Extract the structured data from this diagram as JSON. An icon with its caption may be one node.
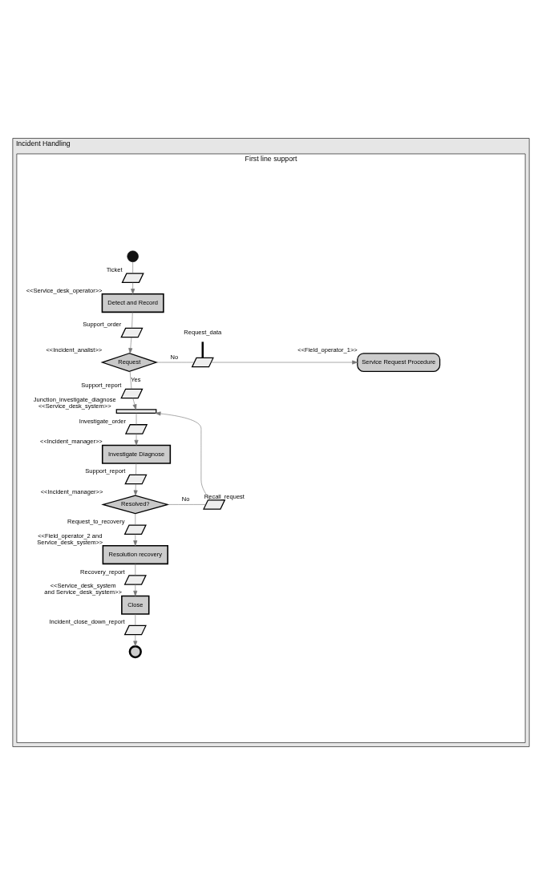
{
  "diagram": {
    "nodes": [
      {
        "text": [
          "Incident Handling"
        ]
      },
      {
        "text": [
          "First line support"
        ],
        "in": 0
      },
      {
        "text": [],
        "shape": "circle",
        "in": 1
      },
      {
        "text": [],
        "shape": "parallelogram",
        "beside": [
          "Ticket"
        ],
        "in": 1
      },
      {
        "text": [
          "Detect and Record"
        ],
        "beside": [
          "<<Service_desk_operator>>"
        ],
        "in": 1
      },
      {
        "text": [],
        "shape": "parallelogram",
        "beside": [
          "Support_order"
        ],
        "in": 1
      },
      {
        "text": [
          "Request"
        ],
        "beside": [
          "<<Incident_analist>>"
        ],
        "in": 1
      },
      {
        "text": [],
        "shape": "parallelogram",
        "in": 1
      },
      {
        "text": [
          "Request_data"
        ],
        "in": 1
      },
      {
        "text": [
          "Service Request Procedure"
        ],
        "beside": [
          "<<Field_operator_1>>"
        ],
        "in": 1
      },
      {
        "text": [],
        "shape": "parallelogram",
        "beside": [
          "Support_report"
        ],
        "in": 1
      },
      {
        "text": [],
        "shape": "bar",
        "beside": [
          "Junction_investigate_diagnose",
          "<<Service_desk_system>>"
        ],
        "in": 1
      },
      {
        "text": [],
        "shape": "parallelogram",
        "beside": [
          "Investigate_order"
        ],
        "in": 1
      },
      {
        "text": [
          "Investigate Diagnose"
        ],
        "beside": [
          "<<Incident_manager>>"
        ],
        "in": 1
      },
      {
        "text": [],
        "shape": "parallelogram",
        "beside": [
          "Support_report"
        ],
        "in": 1
      },
      {
        "text": [
          "Resolved?"
        ],
        "beside": [
          "<<Incident_manager>>"
        ],
        "in": 1
      },
      {
        "text": [],
        "shape": "parallelogram",
        "beside": [
          "Recall_request"
        ],
        "in": 1
      },
      {
        "text": [],
        "shape": "parallelogram",
        "beside": [
          "Request_to_recovery"
        ],
        "in": 1
      },
      {
        "text": [
          "Resolution recovery"
        ],
        "beside": [
          "<<Field_operator_2 and Service_desk_system>>"
        ],
        "in": 1
      },
      {
        "text": [],
        "shape": "parallelogram",
        "beside": [
          "Recovery_report"
        ],
        "in": 1
      },
      {
        "text": [
          "Close"
        ],
        "beside": [
          "<<Service_desk_system and Service_desk_system>>"
        ],
        "in": 1
      },
      {
        "text": [],
        "shape": "parallelogram",
        "beside": [
          "Incident_close_down_report"
        ],
        "in": 1
      },
      {
        "text": [],
        "shape": "circle",
        "in": 1
      }
    ],
    "edges": [
      {
        "from": 2,
        "to": 3,
        "arrow": "none"
      },
      {
        "from": 3,
        "to": 4,
        "arrow": "to"
      },
      {
        "from": 4,
        "to": 5,
        "arrow": "none"
      },
      {
        "from": 5,
        "to": 6,
        "arrow": "to"
      },
      {
        "from": 6,
        "to": 7,
        "arrow": "none",
        "label": "No"
      },
      {
        "from": 7,
        "to": 9,
        "arrow": "to"
      },
      {
        "from": 8,
        "to": 7,
        "arrow": "none",
        "style": "thick",
        "color": "#000000"
      },
      {
        "from": 6,
        "to": 10,
        "arrow": "none",
        "label": "Yes"
      },
      {
        "from": 10,
        "to": 11,
        "arrow": "to"
      },
      {
        "from": 15,
        "to": 16,
        "arrow": "none",
        "label": "No"
      },
      {
        "from": 16,
        "to": 11,
        "arrow": "to"
      },
      {
        "from": 11,
        "to": 12,
        "arrow": "none"
      },
      {
        "from": 12,
        "to": 13,
        "arrow": "to"
      },
      {
        "from": 13,
        "to": 14,
        "arrow": "none"
      },
      {
        "from": 14,
        "to": 15,
        "arrow": "to"
      },
      {
        "from": 15,
        "to": 17,
        "arrow": "none"
      },
      {
        "from": 17,
        "to": 18,
        "arrow": "to"
      },
      {
        "from": 18,
        "to": 19,
        "arrow": "none"
      },
      {
        "from": 19,
        "to": 20,
        "arrow": "to"
      },
      {
        "from": 20,
        "to": 21,
        "arrow": "none"
      },
      {
        "from": 21,
        "to": 22,
        "arrow": "to"
      }
    ]
  }
}
